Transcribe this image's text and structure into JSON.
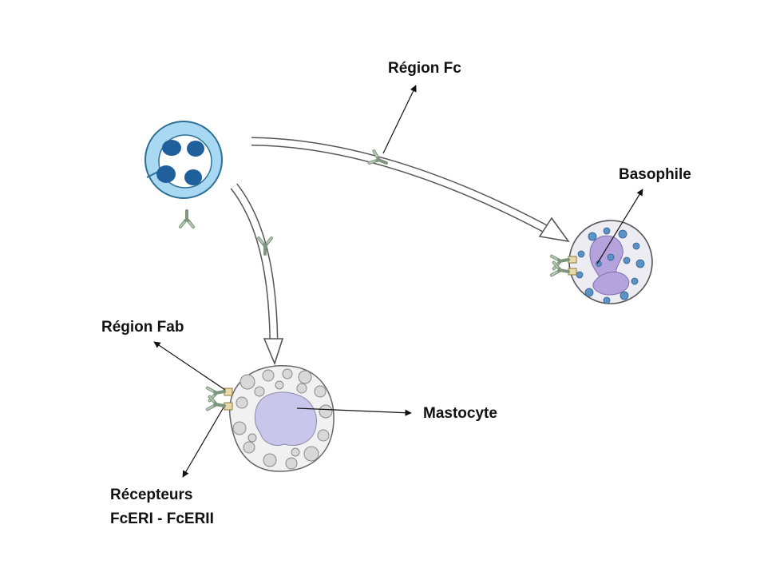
{
  "labels": {
    "region_fc": "Région Fc",
    "basophile": "Basophile",
    "region_fab": "Région Fab",
    "mastocyte": "Mastocyte",
    "recepteurs_line1": "Récepteurs",
    "recepteurs_line2": "FcERI - FcERII"
  },
  "colors": {
    "plasma_cell_ring": "#a9d9f2",
    "plasma_cell_nuclei": "#1f5f9c",
    "antibody": "#8fa88f",
    "mast_cell_nucleus": "#c9c6ec",
    "mast_cell_granules": "#d8d8d8",
    "basophil_nucleus": "#b4a3dc",
    "basophil_granules": "#5b93c8",
    "receptor": "#e8d9a8",
    "arrow_outline": "#555555"
  }
}
